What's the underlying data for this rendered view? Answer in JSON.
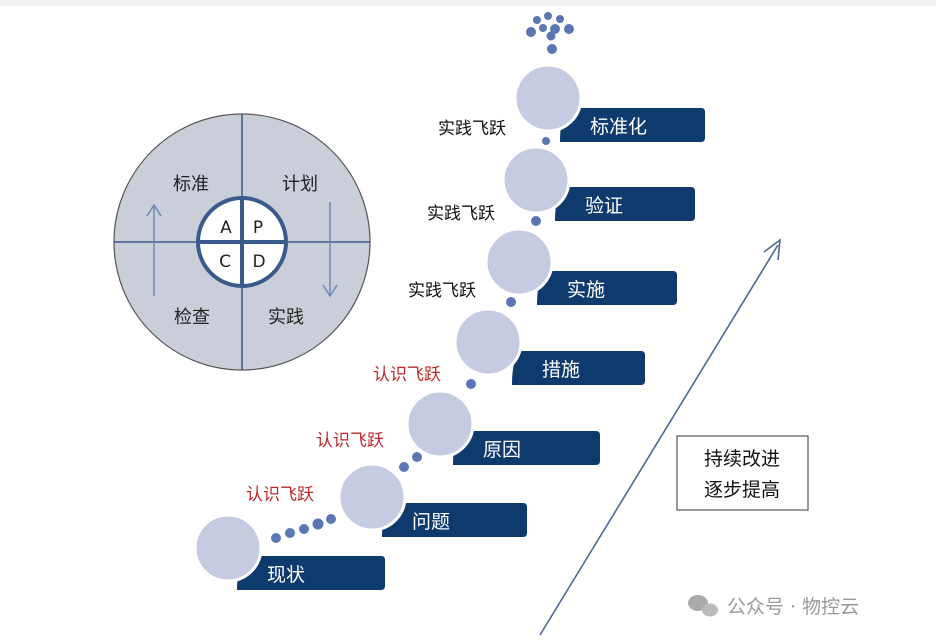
{
  "pdca": {
    "quadrants": [
      "标准",
      "计划",
      "检查",
      "实践"
    ],
    "letters": [
      "A",
      "P",
      "C",
      "D"
    ]
  },
  "steps": [
    "现状",
    "问题",
    "原因",
    "措施",
    "实施",
    "验证",
    "标准化"
  ],
  "leaps": {
    "cognitive": "认识飞跃",
    "practice": "实践飞跃"
  },
  "improvement_box": [
    "持续改进",
    "逐步提高"
  ],
  "watermark": "公众号 · 物控云",
  "colors": {
    "step_box": "#0f3a6e",
    "circle": "#c5cbe0",
    "dot": "#5a77b4",
    "cognitive": "#c0282c",
    "pdca_bg": "#c9ced8",
    "pdca_line": "#3a5a8c"
  }
}
